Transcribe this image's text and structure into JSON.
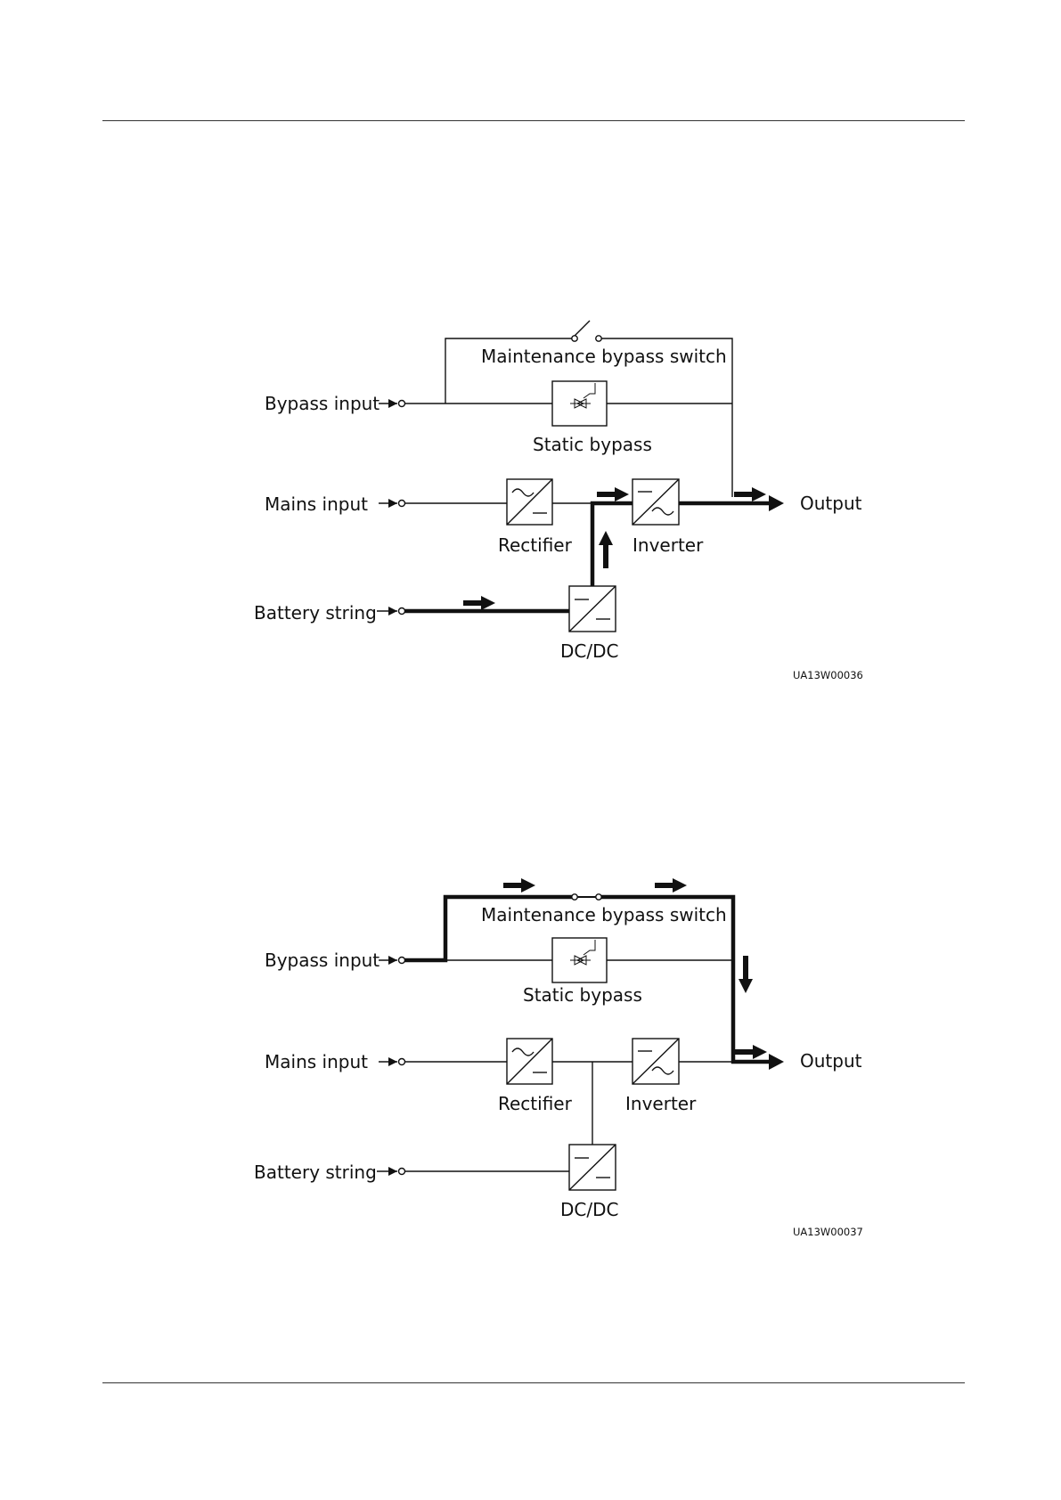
{
  "diagrams": [
    {
      "labels": {
        "maintenance": "Maintenance bypass switch",
        "bypass_input": "Bypass input",
        "static_bypass": "Static bypass",
        "mains_input": "Mains input",
        "rectifier": "Rectifier",
        "inverter": "Inverter",
        "output": "Output",
        "battery_string": "Battery string",
        "dcdc": "DC/DC"
      },
      "code": "UA13W00036"
    },
    {
      "labels": {
        "maintenance": "Maintenance bypass switch",
        "bypass_input": "Bypass input",
        "static_bypass": "Static bypass",
        "mains_input": "Mains input",
        "rectifier": "Rectifier",
        "inverter": "Inverter",
        "output": "Output",
        "battery_string": "Battery string",
        "dcdc": "DC/DC"
      },
      "code": "UA13W00037"
    }
  ],
  "colors": {
    "line": "#111111",
    "background": "#ffffff"
  }
}
